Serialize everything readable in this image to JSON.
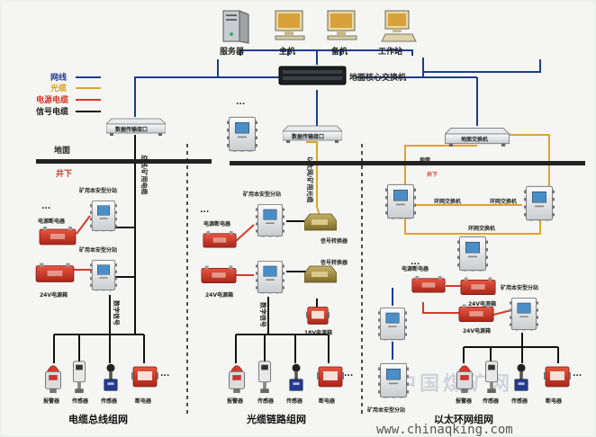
{
  "colors": {
    "network": "#1c3d8c",
    "fiber": "#e0a32a",
    "power": "#d43a2a",
    "signal": "#111111"
  },
  "legend": [
    {
      "label": "网线",
      "color": "#1c3d8c"
    },
    {
      "label": "光缆",
      "color": "#e0a32a"
    },
    {
      "label": "电源电缆",
      "color": "#d43a2a"
    },
    {
      "label": "信号电缆",
      "color": "#111111"
    }
  ],
  "top_devices": [
    {
      "label": "服务器",
      "icon": "server-icon"
    },
    {
      "label": "主机",
      "icon": "monitor-icon"
    },
    {
      "label": "备机",
      "icon": "monitor-icon"
    },
    {
      "label": "工作站",
      "icon": "workstation-icon"
    }
  ],
  "core_switch": "地面核心交换机",
  "ground_label": "地面",
  "underground_label": "井下",
  "sections": {
    "left": {
      "interface": "数据传输接口",
      "bus_label": "总线/矿用电缆",
      "substation_1": "矿用本安型分站",
      "substation_2": "矿用本安型分站",
      "breaker": "电源断电器",
      "power_box": "24V电源箱",
      "digital_signal": "数字信号",
      "devices": [
        "报警器",
        "传感器",
        "传感器",
        "断电器"
      ],
      "title": "电缆总线组网"
    },
    "middle": {
      "interface": "数据传输接口",
      "cable_label": "以太网/矿用光缆",
      "substation": "矿用本安型分站",
      "breaker": "电源断电器",
      "converter_1": "信号转换器",
      "converter_2": "信号转换器",
      "power_box": "24V电源箱",
      "power_box_18": "18V电源箱",
      "digital_signal": "数字信号",
      "devices": [
        "报警器",
        "传感器",
        "传感器",
        "断电器"
      ],
      "title": "光缆链路组网"
    },
    "right": {
      "ground_switch": "地面交换机",
      "ground_label": "地面",
      "underground_label": "井下",
      "ring_switch_1": "环网交换机",
      "ring_switch_2": "环网交换机",
      "ring_switch_3": "环网交换机",
      "substation": "矿用本安型分站",
      "breaker": "电源断电器",
      "power_box_1": "24V电源箱",
      "power_box_2": "24V电源箱",
      "bottom_substation": "矿用本安型分站",
      "devices": [
        "报警器",
        "传感器",
        "传感器",
        "断电器"
      ],
      "title": "以太环网组网"
    }
  },
  "ellipsis": "...",
  "watermark": "中国煤矿网",
  "watermark_url": "www.chinaqking.com"
}
